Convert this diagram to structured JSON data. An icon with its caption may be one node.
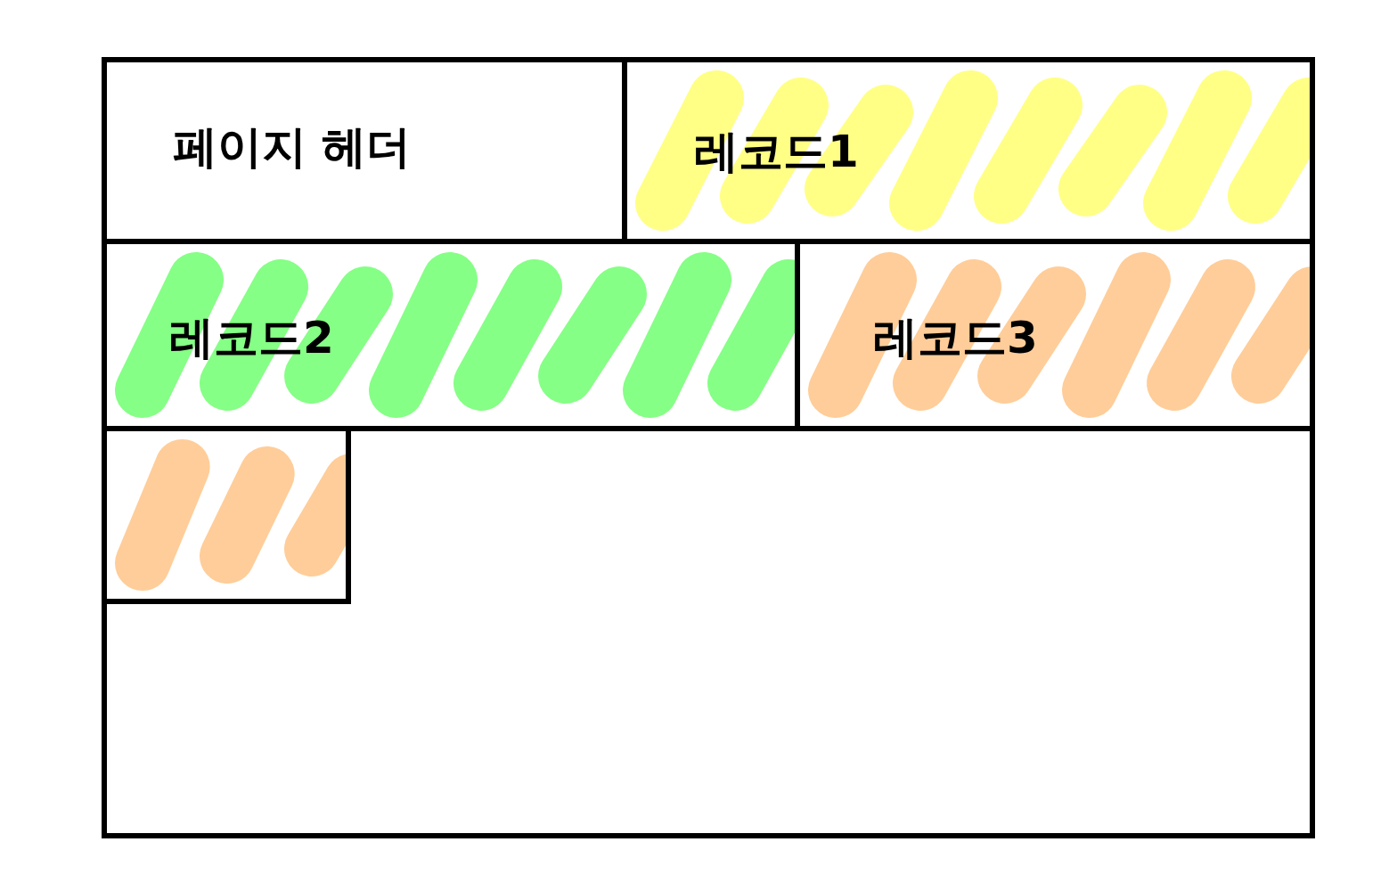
{
  "diagram": {
    "nodes": [
      {
        "text": [],
        "shape": "box"
      },
      {
        "text": [
          "페이지 헤더"
        ],
        "in": 0
      },
      {
        "text": [
          "레코드1"
        ],
        "in": 0
      },
      {
        "text": [
          "레코드2"
        ],
        "in": 0
      },
      {
        "text": [
          "레코드3"
        ],
        "in": 0
      },
      {
        "text": [],
        "shape": "box",
        "in": 0
      }
    ]
  }
}
